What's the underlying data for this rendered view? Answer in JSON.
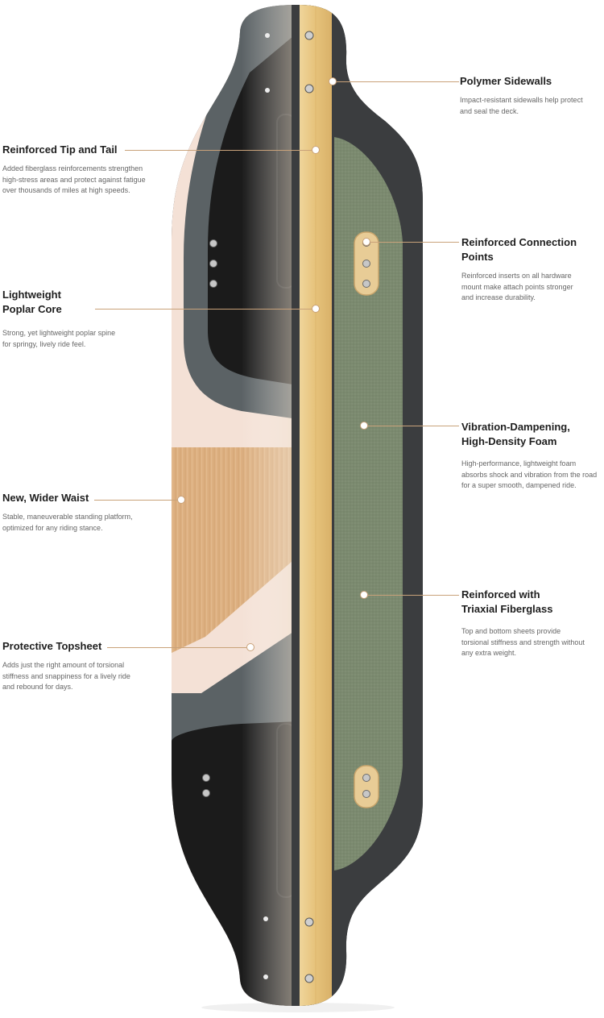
{
  "features": [
    {
      "id": "polymer-sidewalls",
      "title_lines": [
        "Polymer Sidewalls"
      ],
      "description_lines": [
        "Impact-resistant sidewalls help protect",
        "and seal the deck."
      ]
    },
    {
      "id": "reinforced-tip-tail",
      "title_lines": [
        "Reinforced Tip and Tail"
      ],
      "description_lines": [
        "Added fiberglass reinforcements strengthen",
        "high-stress areas and protect against fatigue",
        "over thousands of miles at high speeds."
      ]
    },
    {
      "id": "reinforced-connection-points",
      "title_lines": [
        "Reinforced Connection Points"
      ],
      "description_lines": [
        "Reinforced inserts on all hardware",
        "mount make attach points stronger",
        "and increase durability."
      ]
    },
    {
      "id": "lightweight-poplar-core",
      "title_lines": [
        "Lightweight",
        "Poplar Core"
      ],
      "description_lines": [
        "Strong, yet lightweight poplar spine",
        "for springy, lively ride feel."
      ]
    },
    {
      "id": "vibration-dampening-foam",
      "title_lines": [
        "Vibration-Dampening,",
        "High-Density Foam"
      ],
      "description_lines": [
        "High-performance, lightweight foam",
        "absorbs shock and vibration from the road",
        "for a super smooth, dampened ride."
      ]
    },
    {
      "id": "new-wider-waist",
      "title_lines": [
        "New, Wider Waist"
      ],
      "description_lines": [
        "Stable, maneuverable standing platform,",
        "optimized for any riding stance."
      ]
    },
    {
      "id": "reinforced-triaxial-fiberglass",
      "title_lines": [
        "Reinforced with",
        "Triaxial Fiberglass"
      ],
      "description_lines": [
        "Top and bottom sheets provide",
        "torsional stiffness and strength without",
        "any extra weight."
      ]
    },
    {
      "id": "protective-topsheet",
      "title_lines": [
        "Protective Topsheet"
      ],
      "description_lines": [
        "Adds just the right amount of torsional",
        "stiffness and snappiness for a lively ride",
        "and rebound for days."
      ]
    }
  ],
  "colors": {
    "accent_line": "#c9a27a",
    "sidewall": "#3b3d3f",
    "foam": "#7b8a6f",
    "poplar": "#e7c98a",
    "topsheet_pink": "#f4e1d6",
    "bamboo": "#ddb081",
    "black_panel": "#1b1b1b",
    "gray_panel": "#5b6265"
  }
}
